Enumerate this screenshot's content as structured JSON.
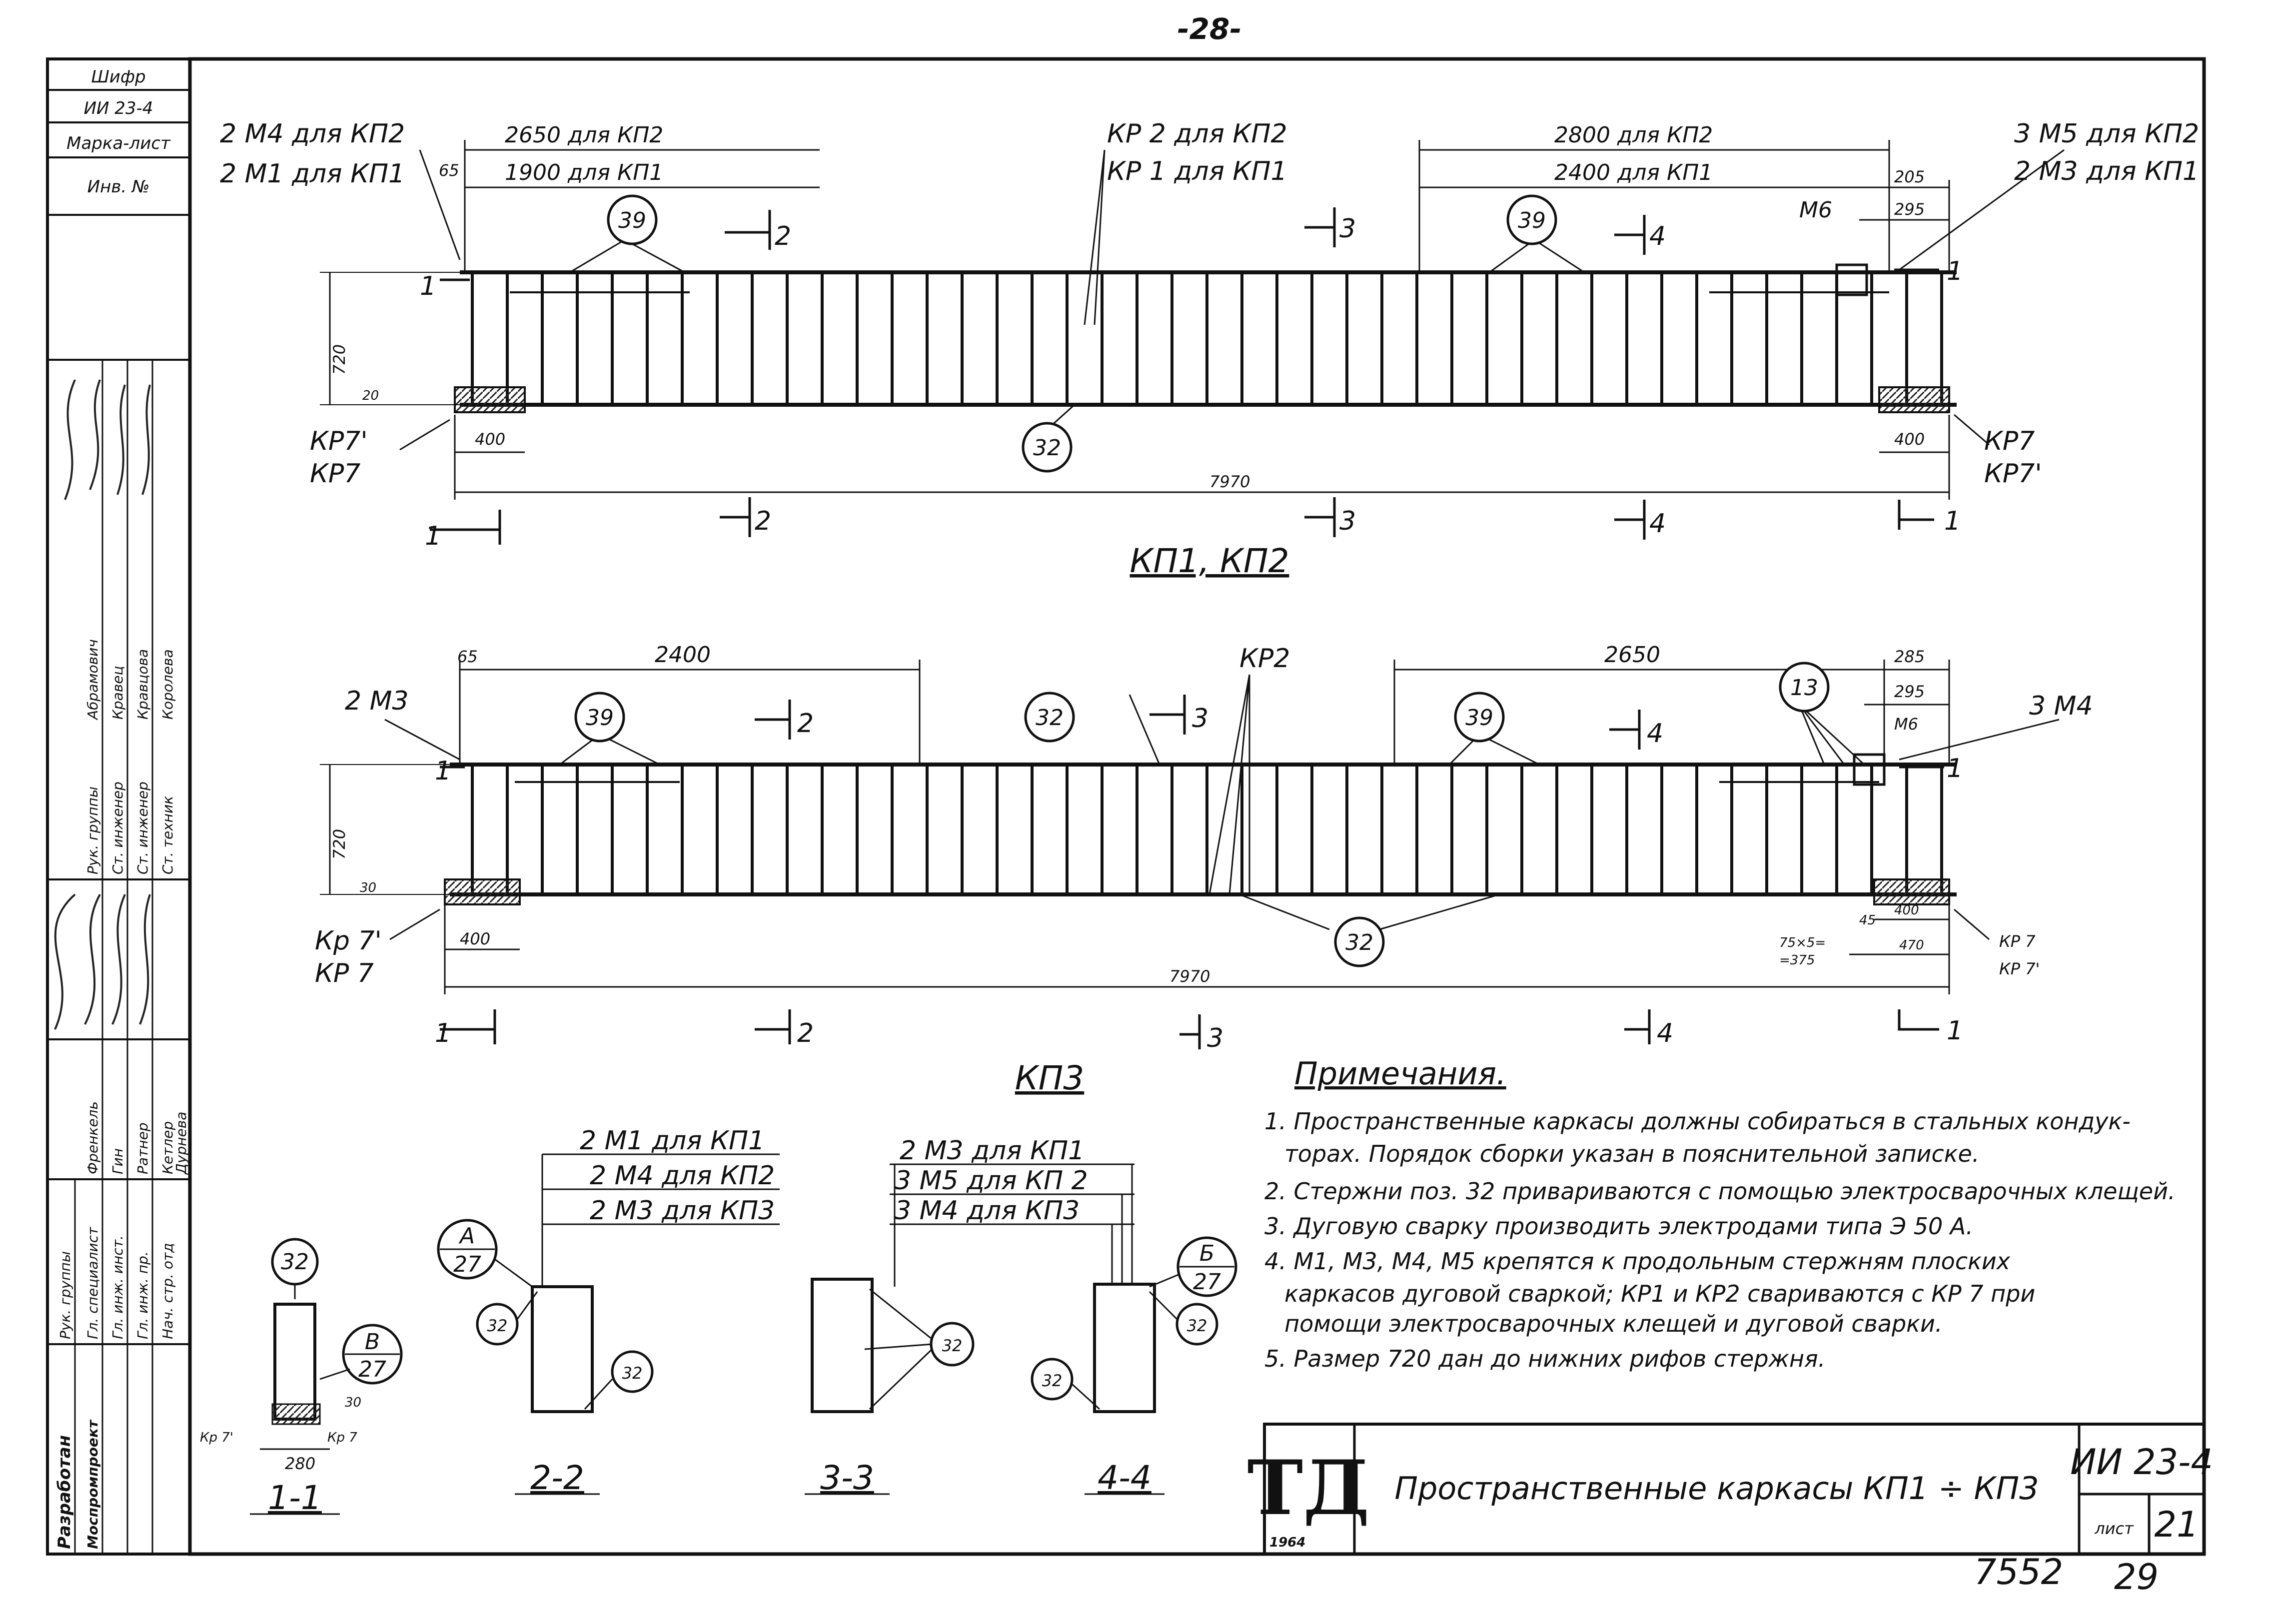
{
  "page_number": "-28-",
  "stamp": {
    "cipher_label": "Шифр",
    "cipher_value": "ИИ 23-4",
    "mark_sheet_label": "Марка-лист",
    "inv_label": "Инв. №",
    "developed_label": "Разработан",
    "institute": "Моспромпроект",
    "roles": [
      "Гл. инж. инст.",
      "Гл. инж. пр.",
      "Нач. стр. отд",
      "Гл. специалист",
      "Рук. группы",
      "Рук. группы",
      "Ст. инженер",
      "Ст. инженер",
      "Ст. техник"
    ],
    "names": [
      "Френкель",
      "Гин",
      "Ратнер",
      "Кетлер",
      "Дурнева",
      "Абрамович",
      "Кравец",
      "Кравцова",
      "Королева"
    ]
  },
  "kp12": {
    "label_left_top": "2 М4 для КП2",
    "label_left_bottom": "2 М1 для КП1",
    "dim_top_left_1": "2650  для КП2",
    "dim_top_left_2": "1900  для КП1",
    "dim_small_65": "65",
    "label_kr_top": "КР 2 для КП2",
    "label_kr_bottom": "КР 1 для КП1",
    "dim_top_right_1": "2800  для КП2",
    "dim_top_right_2": "2400  для КП1",
    "label_right_top": "3 М5 для КП2",
    "label_right_bottom": "2 М3 для КП1",
    "dim_205": "205",
    "dim_295": "295",
    "label_m6": "М6",
    "dim_height": "720",
    "dim_20": "20",
    "dim_400": "400",
    "dim_total": "7970",
    "kr_left_1": "КР7'",
    "kr_left_2": "КР7",
    "kr_right_1": "КР7",
    "kr_right_2": "КР7'",
    "pos_39": "39",
    "pos_32": "32",
    "title": "КП1, КП2"
  },
  "kp3": {
    "dim_65": "65",
    "dim_2400": "2400",
    "label_kr2": "КР2",
    "dim_2650": "2650",
    "dim_285": "285",
    "dim_295": "295",
    "label_m6": "М6",
    "label_2m3": "2 М3",
    "label_3m4": "3 М4",
    "dim_height": "720",
    "dim_30": "30",
    "dim_400": "400",
    "dim_470": "470",
    "dim_45": "45",
    "dim_75x5": "75×5=",
    "dim_375": "=375",
    "dim_total": "7970",
    "kr_left_1": "Кр 7'",
    "kr_left_2": "КР 7",
    "kr_right_1": "КР 7",
    "kr_right_2": "КР 7'",
    "pos_39": "39",
    "pos_32": "32",
    "pos_13": "13",
    "title": "КП3"
  },
  "cuts": {
    "c1": "1",
    "c2": "2",
    "c3": "3",
    "c4": "4"
  },
  "sections": {
    "s11": {
      "title": "1-1",
      "pos": "32",
      "ref_letter": "В",
      "ref_sheet": "27",
      "kr_left": "Кр 7'",
      "kr_right": "Кр 7",
      "dim": "280",
      "dim_sm": "30"
    },
    "s22": {
      "title": "2-2",
      "lines": [
        "2 М1 для КП1",
        "2 М4 для КП2",
        "2 М3 для КП3"
      ],
      "ref_letter": "А",
      "ref_sheet": "27",
      "pos": "32"
    },
    "s33": {
      "title": "3-3",
      "lines": [
        "2 М3 для КП1",
        "3 М5 для КП 2",
        "3 М4 для КП3"
      ],
      "pos": "32"
    },
    "s44": {
      "title": "4-4",
      "ref_letter": "Б",
      "ref_sheet": "27",
      "pos": "32"
    }
  },
  "notes": {
    "heading": "Примечания.",
    "lines": [
      "1. Пространственные каркасы должны собираться в стальных кондук-",
      "торах. Порядок сборки указан в пояснительной записке.",
      "2. Стержни поз. 32 привариваются с помощью электросварочных клещей.",
      "3. Дуговую сварку производить электродами типа Э 50 А.",
      "4. М1, М3, М4, М5 крепятся к продольным стержням плоских",
      "каркасов   дуговой сваркой; КР1 и КР2 свариваются с КР 7 при",
      "помощи электросварочных клещей и дуговой сварки.",
      "5. Размер 720 дан до нижних рифов стержня."
    ]
  },
  "title_block": {
    "logo": "ТД",
    "year": "1964",
    "title": "Пространственные каркасы КП1 ÷ КП3",
    "code": "ИИ 23-4",
    "sheet_label": "лист",
    "sheet_number": "21"
  },
  "archive_number": "7552",
  "page_footer": "29"
}
